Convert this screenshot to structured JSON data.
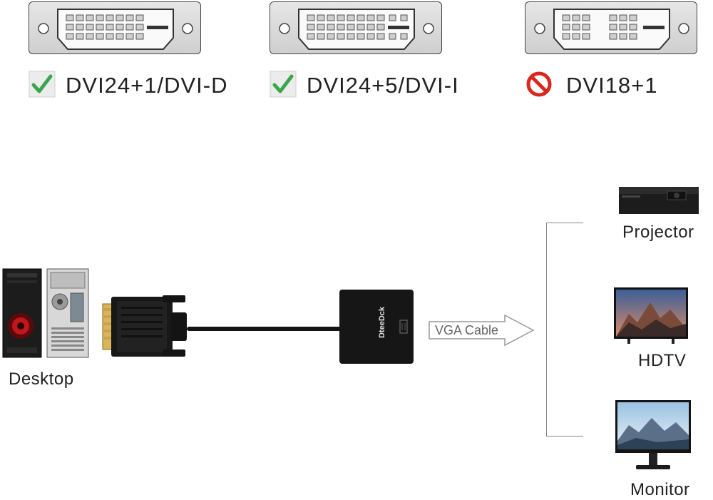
{
  "connectors": [
    {
      "label": "DVI24+1/DVI-D",
      "status": "supported",
      "icon": "check-icon"
    },
    {
      "label": "DVI24+5/DVI-I",
      "status": "supported",
      "icon": "check-icon"
    },
    {
      "label": "DVI18+1",
      "status": "not-supported",
      "icon": "prohibited-icon"
    }
  ],
  "source": {
    "label": "Desktop"
  },
  "adapter": {
    "brand": "DteeDck"
  },
  "cable": {
    "label": "VGA Cable"
  },
  "outputs": [
    {
      "label": "Projector"
    },
    {
      "label": "HDTV"
    },
    {
      "label": "Monitor"
    }
  ],
  "colors": {
    "check": "#3aa64a",
    "prohibited": "#d8281f",
    "cable": "#141414"
  }
}
